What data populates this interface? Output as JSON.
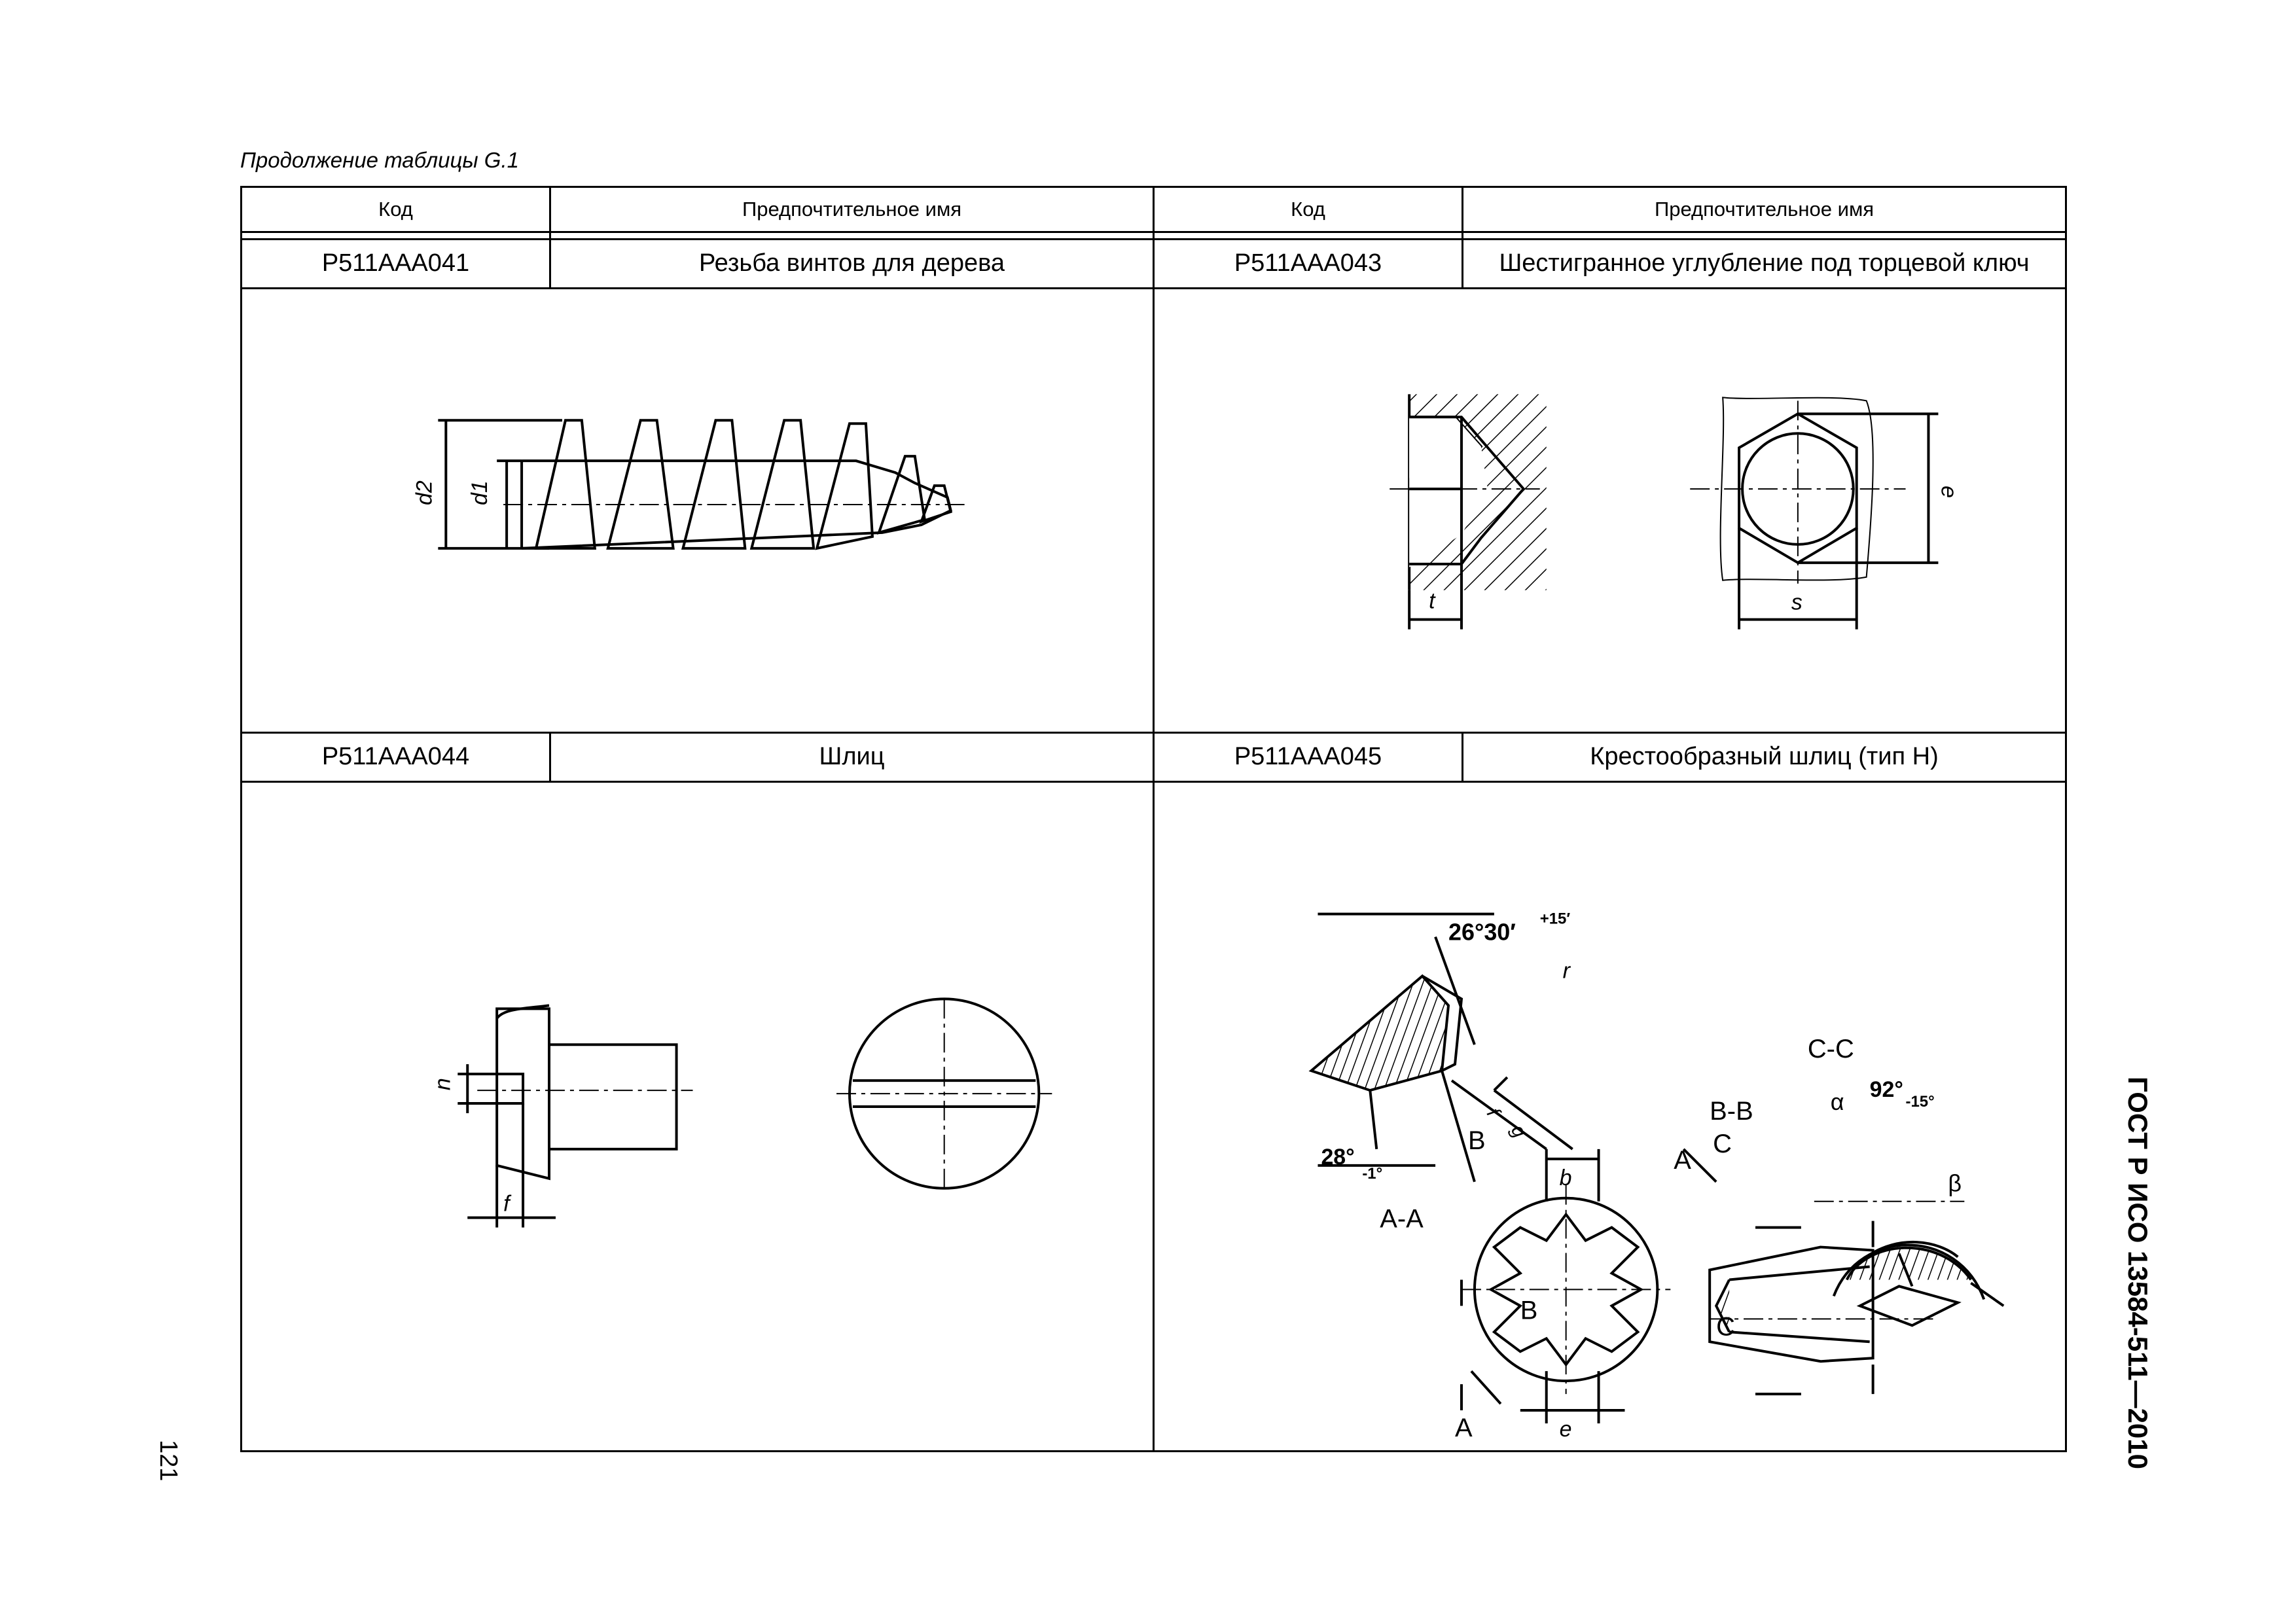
{
  "caption": "Продолжение таблицы G.1",
  "table": {
    "headers": [
      "Код",
      "Предпочтительное имя",
      "Код",
      "Предпочтительное имя"
    ],
    "rows": [
      {
        "left_code": "P511AAA041",
        "left_name": "Резьба винтов для дерева",
        "right_code": "P511AAA043",
        "right_name": "Шестигранное углубление под торцевой ключ"
      },
      {
        "left_code": "P511AAA044",
        "left_name": "Шлиц",
        "right_code": "P511AAA045",
        "right_name": "Крестообразный шлиц (тип H)"
      }
    ]
  },
  "figures": {
    "wood_screw": {
      "labels": [
        "d2",
        "d1"
      ]
    },
    "hex_socket": {
      "labels": [
        "t",
        "s",
        "e"
      ]
    },
    "slot": {
      "labels": [
        "n",
        "f"
      ]
    },
    "cross_recess": {
      "labels": [
        "26°30′",
        "+15′",
        "r",
        "b",
        "g",
        "f",
        "28°",
        "-1°",
        "A-A",
        "B",
        "B",
        "A",
        "A",
        "e",
        "B-B",
        "C",
        "C",
        "C-C",
        "α",
        "92°",
        "-15°",
        "β"
      ]
    }
  },
  "page_number": "121",
  "standard": "ГОСТ Р ИСО 13584-511—2010"
}
